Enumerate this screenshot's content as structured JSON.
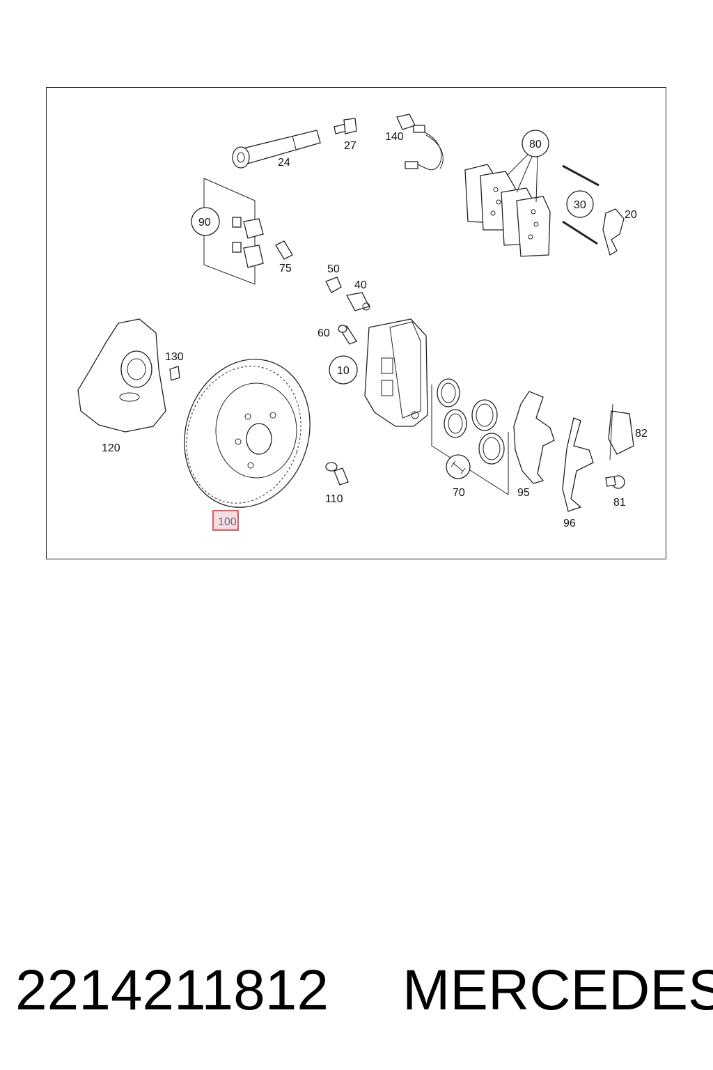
{
  "callouts": {
    "c24": "24",
    "c27": "27",
    "c140": "140",
    "c80": "80",
    "c90": "90",
    "c30": "30",
    "c20": "20",
    "c75": "75",
    "c50": "50",
    "c40": "40",
    "c60": "60",
    "c130": "130",
    "c10": "10",
    "c120": "120",
    "c82": "82",
    "c110": "110",
    "c70": "70",
    "c95": "95",
    "c81": "81",
    "c96": "96",
    "c100": "100"
  },
  "highlight_color": "#d9363e",
  "caption": {
    "part_number": "2214211812",
    "brand": "MERCEDES"
  }
}
